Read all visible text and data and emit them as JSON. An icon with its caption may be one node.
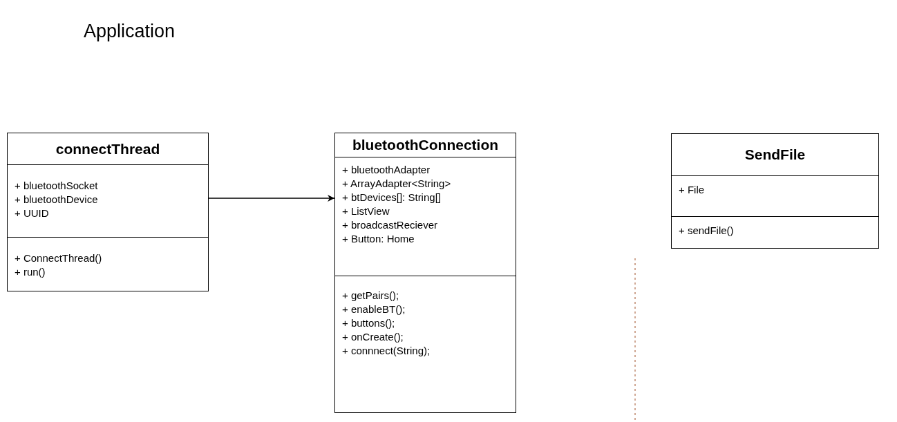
{
  "diagram": {
    "nodes": [
      {
        "text": [
          "connectThread"
        ]
      },
      {
        "text": [
          "+ bluetoothSocket",
          "+ bluetoothDevice",
          "+ UUID"
        ],
        "in": 0
      },
      {
        "text": [
          "+ ConnectThread()",
          "+ run()"
        ],
        "in": 0
      },
      {
        "text": [
          "bluetoothConnection"
        ]
      },
      {
        "text": [
          "+ bluetoothAdapter",
          "+ ArrayAdapter<String>",
          "+ btDevices[]: String[]",
          "+ ListView",
          "+ broadcastReciever",
          "+ Button: Home"
        ],
        "in": 3
      },
      {
        "text": [
          "+ getPairs();",
          "+ enableBT();",
          "+ buttons();",
          "+ onCreate();",
          "+ connnect(String);"
        ],
        "in": 3
      },
      {
        "text": [
          "SendFile"
        ]
      },
      {
        "text": [
          "+ File"
        ],
        "in": 6
      },
      {
        "text": [
          "+ sendFile()"
        ],
        "in": 6
      }
    ],
    "edges": [
      {
        "from": 0,
        "to": 3,
        "arrow": "to"
      }
    ],
    "labels": [
      "Application"
    ]
  }
}
